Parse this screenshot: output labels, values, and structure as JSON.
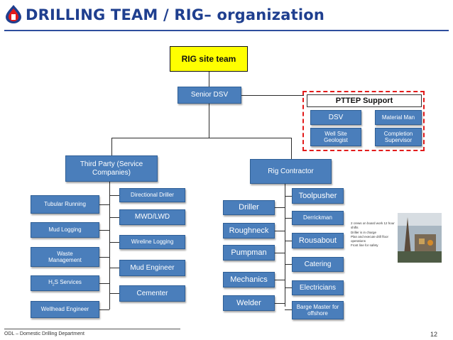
{
  "title": "DRILLING  TEAM / RIG– organization",
  "rig_team": "RIG site team",
  "senior_dsv": "Senior DSV",
  "pttep": {
    "label": "PTTEP Support",
    "dsv": "DSV",
    "material_man": "Material Man",
    "well_site_geologist": "Well Site Geologist",
    "completion_supervisor": "Completion Supervisor"
  },
  "third_party": {
    "label": "Third Party (Service Companies)",
    "left": [
      "Tubular Running",
      "Mud Logging",
      "Waste Management",
      "H2S Services",
      "Wellhead Engineer"
    ],
    "right": [
      "Directional Driller",
      "MWD/LWD",
      "Wireline Logging",
      "Mud Engineer",
      "Cementer"
    ]
  },
  "rig_contractor": {
    "label": "Rig Contractor",
    "left": [
      "Driller",
      "Roughneck",
      "Pumpman",
      "Mechanics",
      "Welder"
    ],
    "right": [
      "Toolpusher",
      "Derrickman",
      "Rousabout",
      "Catering",
      "Electricians",
      "Barge Master for offshore"
    ]
  },
  "notes": [
    "2 crews on board work 12 hour shifts",
    "Driller is in charge",
    "Plan and execute drill floor operations",
    "Front line for safety"
  ],
  "footer": "ODL – Domestic Drilling Department",
  "page_number": "12",
  "colors": {
    "box": "#4a7ebb",
    "title": "#1f3f8f",
    "highlight": "#ffff00",
    "dashed": "#e21b1b"
  }
}
